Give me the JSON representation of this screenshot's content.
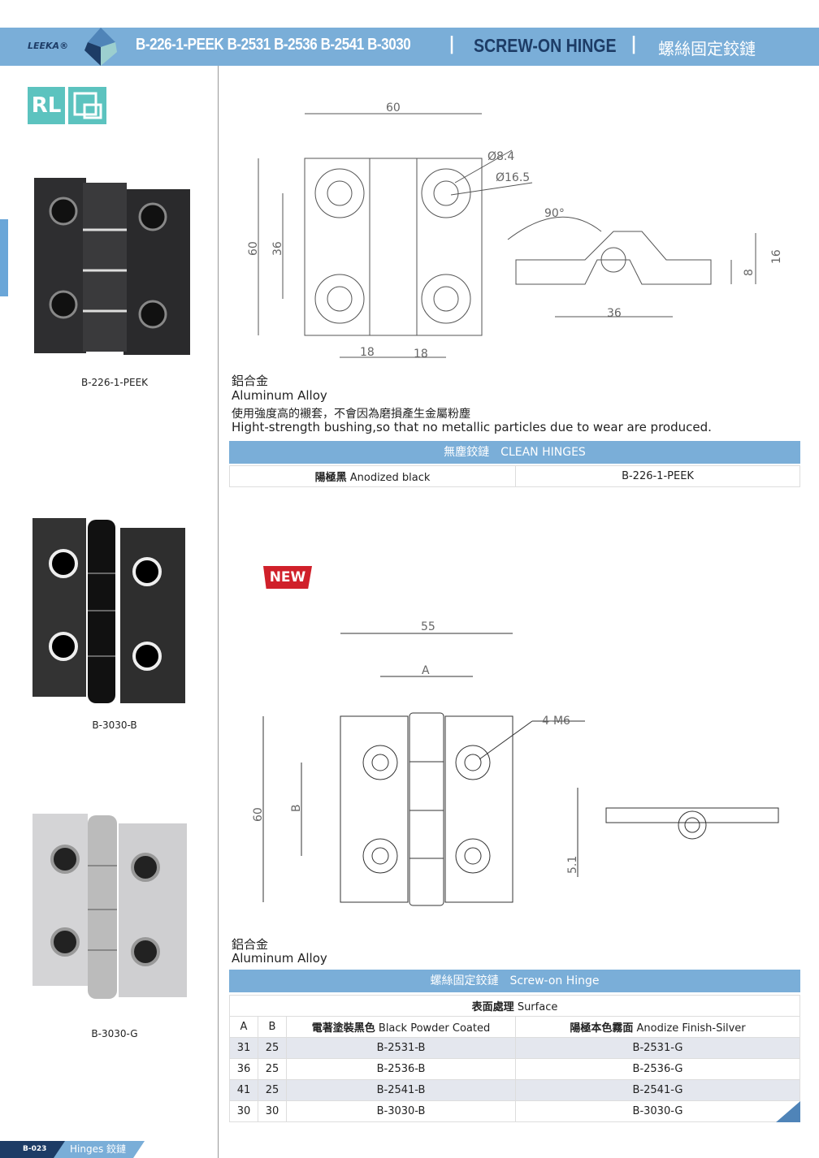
{
  "header": {
    "logo": "LEEKA®",
    "models": "B-226-1-PEEK B-2531 B-2536 B-2541 B-3030",
    "separator": "|",
    "title_en": "SCREW-ON HINGE",
    "title_zh": "螺絲固定鉸鏈"
  },
  "badge": {
    "rl": "RL"
  },
  "products": [
    {
      "caption": "B-226-1-PEEK"
    },
    {
      "caption": "B-3030-B"
    },
    {
      "caption": "B-3030-G"
    }
  ],
  "section1": {
    "dims": {
      "width": "60",
      "hole_small": "Ø8.4",
      "hole_large": "Ø16.5",
      "height": "60",
      "pitch": "36",
      "pitch_a": "18",
      "pitch_b": "18",
      "angle": "90°",
      "side_pitch": "36",
      "thick": "8",
      "total_h": "16"
    },
    "material_zh": "鋁合金",
    "material_en": "Aluminum Alloy",
    "note_zh": "使用強度高的襯套，不會因為磨損產生金屬粉塵",
    "note_en": "Hight-strength bushing,so that no metallic particles due to wear are produced.",
    "band": "無塵鉸鏈　CLEAN HINGES",
    "row": {
      "finish_zh": "陽極黑",
      "finish_en": "Anodized black",
      "model": "B-226-1-PEEK"
    }
  },
  "section2": {
    "new_badge": "NEW",
    "dims": {
      "width": "55",
      "a": "A",
      "holes": "4-M6",
      "height": "60",
      "b": "B",
      "thick": "5.1"
    },
    "material_zh": "鋁合金",
    "material_en": "Aluminum Alloy",
    "band": "螺絲固定鉸鏈　Screw-on Hinge",
    "surface": {
      "zh": "表面處理",
      "en": "Surface"
    },
    "columns": {
      "a": "A",
      "b": "B",
      "black_zh": "電著塗裝黑色",
      "black_en": "Black Powder Coated",
      "silver_zh": "陽極本色霧面",
      "silver_en": "Anodize Finish-Silver"
    },
    "rows": [
      {
        "a": "31",
        "b": "25",
        "black": "B-2531-B",
        "silver": "B-2531-G"
      },
      {
        "a": "36",
        "b": "25",
        "black": "B-2536-B",
        "silver": "B-2536-G"
      },
      {
        "a": "41",
        "b": "25",
        "black": "B-2541-B",
        "silver": "B-2541-G"
      },
      {
        "a": "30",
        "b": "30",
        "black": "B-3030-B",
        "silver": "B-3030-G"
      }
    ]
  },
  "footer": {
    "page": "B-023",
    "label": "Hinges 鉸鏈"
  }
}
